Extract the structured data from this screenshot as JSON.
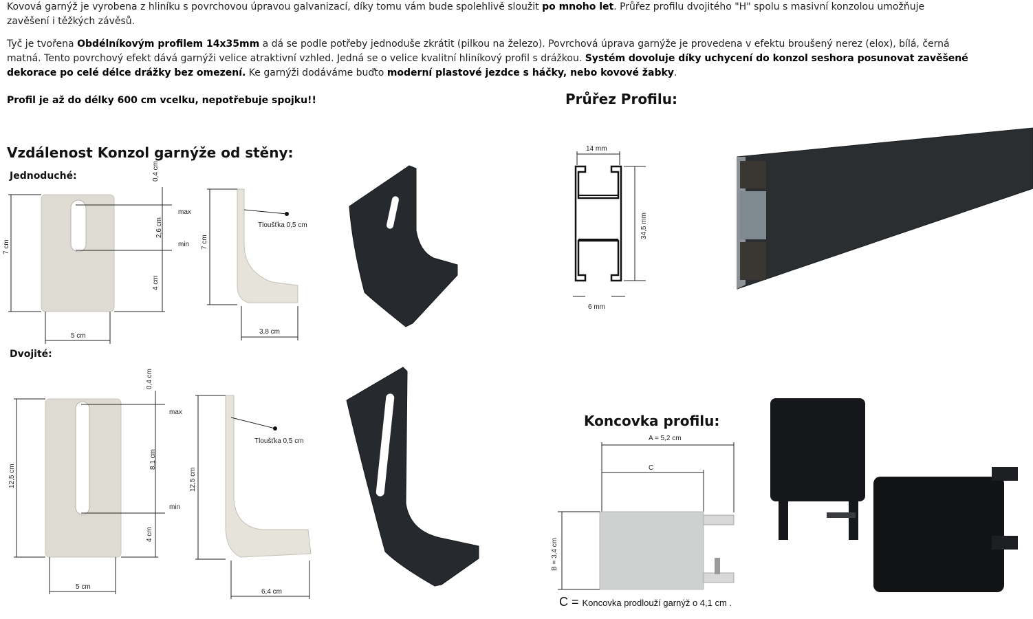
{
  "intro": {
    "p1_a": "Kovová garnýž je vyrobena z hliníku s povrchovou úpravou galvanizací, díky tomu vám bude spolehlivě sloužit ",
    "p1_b": "po mnoho let",
    "p1_c": ". Průřez profilu dvojitého \"H\" spolu s masivní konzolou umožňuje zavěšení i těžkých závěsů.",
    "p2_a": " Tyč je tvořena ",
    "p2_b": "Obdélníkovým profilem 14x35mm",
    "p2_c": " a dá se podle potřeby jednoduše zkrátit (pilkou na železo). Povrchová úprava garnýže je provedena v efektu broušený nerez (elox), bílá, černá matná. Tento povrchový efekt dává garnýži velice atraktivní vzhled. Jedná se o velice kvalitní hliníkový profil s drážkou. ",
    "p2_d": "Systém dovoluje díky uchycení do konzol seshora posunovat zavěšené dekorace po celé délce drážky bez omezení.",
    "p2_e": " Ke garnýži dodáváme buďto ",
    "p2_f": "moderní plastové jezdce s háčky, nebo kovové žabky",
    "p2_g": ".",
    "p3": "Profil je až do délky 600 cm vcelku, nepotřebuje spojku!!"
  },
  "headings": {
    "distance": "Vzdálenost Konzol garnýže od stěny:",
    "single": "Jednoduché:",
    "double": "Dvojité:",
    "profile": "Průřez Profilu:",
    "endcap": "Koncovka profilu:"
  },
  "single_bracket": {
    "top_gap": "0,4 cm",
    "height": "7 cm",
    "slot": "2,6 cm",
    "bottom": "4 cm",
    "max": "max",
    "min": "min",
    "width": "5 cm",
    "thickness": "Tloušťka 0,5 cm",
    "side_height": "7 cm",
    "depth": "3,8 cm"
  },
  "double_bracket": {
    "top_gap": "0,4 cm",
    "height": "12,5 cm",
    "slot": "8,1 cm",
    "bottom": "4 cm",
    "max": "max",
    "min": "min",
    "width": "5 cm",
    "thickness": "Tloušťka 0,5 cm",
    "side_height": "12,5 cm",
    "depth": "6,4 cm"
  },
  "profile_section": {
    "width": "14 mm",
    "height": "34,5 mm",
    "groove": "6 mm"
  },
  "endcap": {
    "a": "A = 5,2 cm",
    "c": "C",
    "b": "B = 3,4 cm",
    "note_prefix": "C = ",
    "note": "Koncovka prodlouží garnýž o 4,1 cm ."
  },
  "colors": {
    "aluminium": "#dcdad3",
    "black": "#1c1f22"
  }
}
